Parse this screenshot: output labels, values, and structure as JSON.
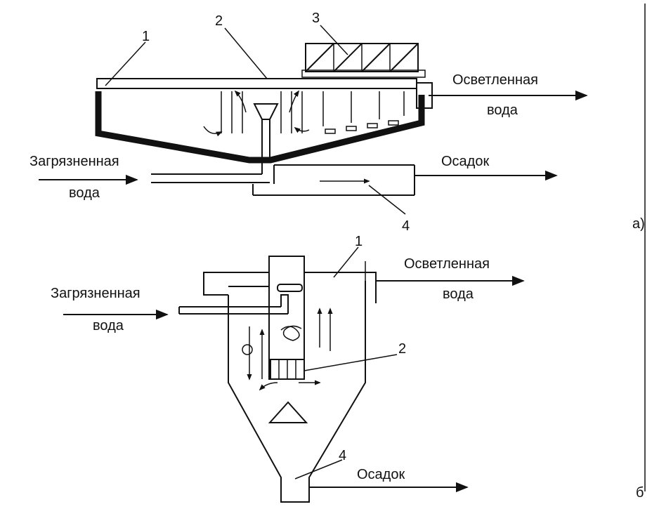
{
  "diagram_a": {
    "callouts": [
      "1",
      "2",
      "3",
      "4"
    ],
    "input_label_line1": "Загрязненная",
    "input_label_line2": "вода",
    "output_label_line1": "Осветленная",
    "output_label_line2": "вода",
    "sludge_label": "Осадок",
    "panel_label": "а)"
  },
  "diagram_b": {
    "callouts": [
      "1",
      "2",
      "4"
    ],
    "input_label_line1": "Загрязненная",
    "input_label_line2": "вода",
    "output_label_line1": "Осветленная",
    "output_label_line2": "вода",
    "sludge_label": "Осадок",
    "panel_label": "б"
  }
}
